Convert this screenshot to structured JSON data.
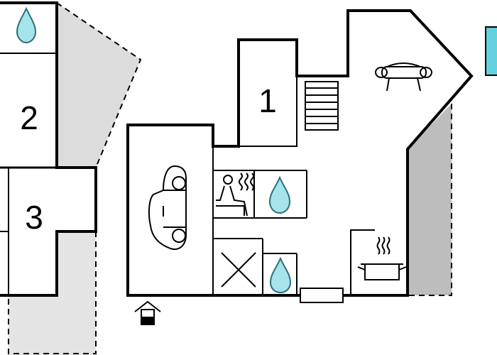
{
  "floorplan": {
    "room_labels": [
      "1",
      "2",
      "3"
    ],
    "icons": [
      "water-drop-icon",
      "car-icon",
      "sauna-icon",
      "sofa-icon",
      "stairs-icon",
      "cooking-pot-icon",
      "entrance-icon",
      "storage-cross-icon"
    ],
    "colors": {
      "wall": "#000000",
      "terrace_fill": "#dcdcdc",
      "terrace_dark_fill": "#bdbdbd",
      "water_drop": "#a6e3ea",
      "water_edge": "#2b6f78",
      "pool": "#63d0dd"
    }
  }
}
